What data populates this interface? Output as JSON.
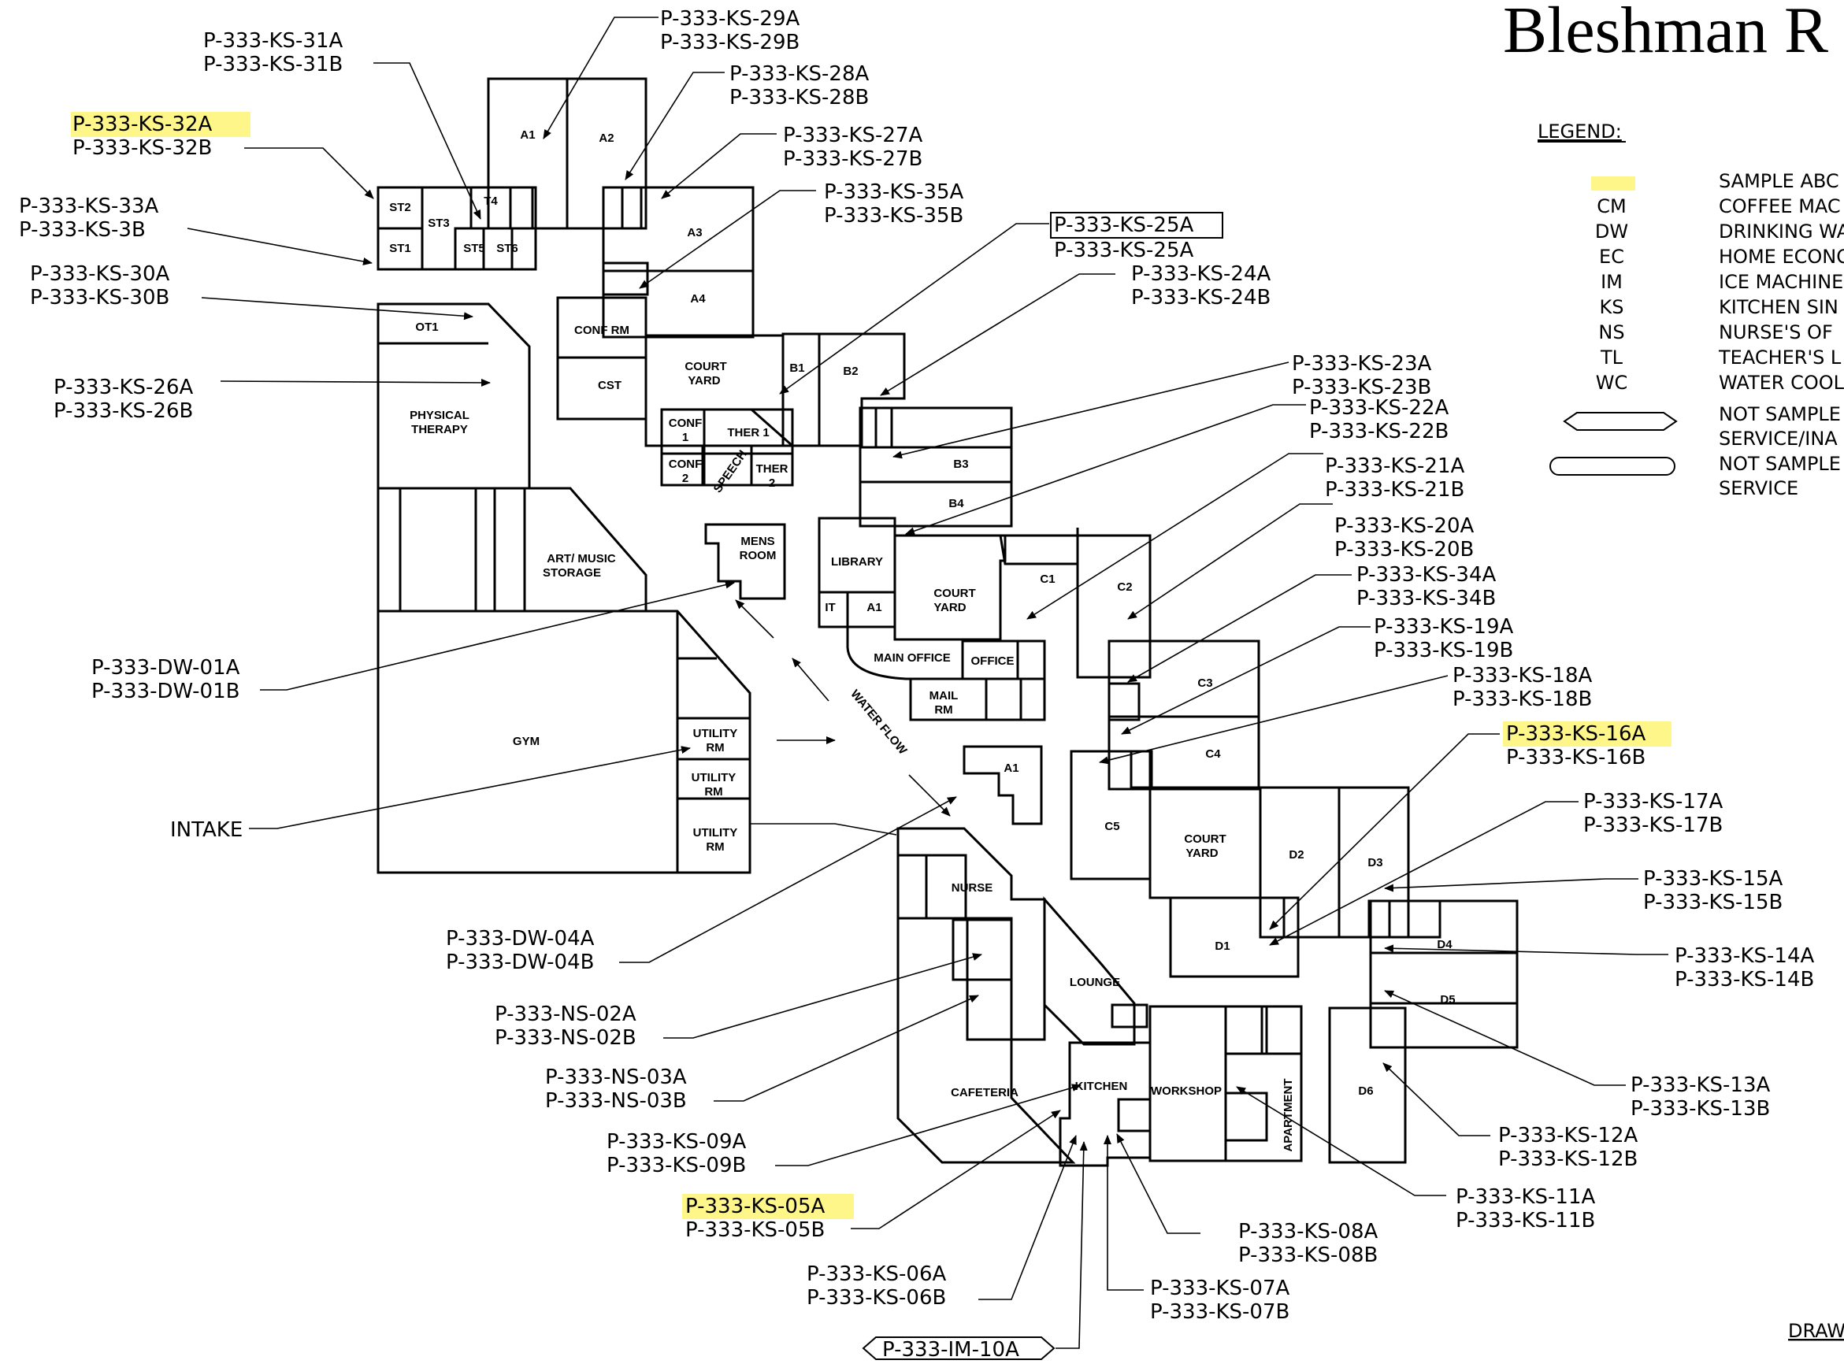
{
  "title": "Bleshman R",
  "legend": {
    "heading": "LEGEND:",
    "entries": [
      {
        "code": "",
        "text": "SAMPLE ABC",
        "swatch": "#fff68a"
      },
      {
        "code": "CM",
        "text": "COFFEE MAC"
      },
      {
        "code": "DW",
        "text": "DRINKING WA"
      },
      {
        "code": "EC",
        "text": "HOME ECONO"
      },
      {
        "code": "IM",
        "text": "ICE MACHINE"
      },
      {
        "code": "KS",
        "text": "KITCHEN SIN"
      },
      {
        "code": "NS",
        "text": "NURSE'S OF"
      },
      {
        "code": "TL",
        "text": "TEACHER'S L"
      },
      {
        "code": "WC",
        "text": "WATER COOL"
      }
    ],
    "symbol_entries": [
      {
        "line1": "NOT SAMPLE",
        "line2": "SERVICE/INA"
      },
      {
        "line1": "NOT SAMPLE",
        "line2": "SERVICE"
      }
    ]
  },
  "footer_text": "DRAW",
  "highlight_color": "#fff68a",
  "rooms": {
    "a1": "A1",
    "a2": "A2",
    "a3": "A3",
    "a4": "A4",
    "t4": "T4",
    "st2": "ST2",
    "st3": "ST3",
    "st1": "ST1",
    "st5": "ST5",
    "st6": "ST6",
    "ot1": "OT1",
    "physical_therapy_1": "PHYSICAL",
    "physical_therapy_2": "THERAPY",
    "conf_rm": "CONF RM",
    "cst": "CST",
    "court_yard_1a": "COURT",
    "court_yard_1b": "YARD",
    "b1": "B1",
    "b2": "B2",
    "b3": "B3",
    "b4": "B4",
    "conf1_a": "CONF",
    "conf1_b": "1",
    "conf2_a": "CONF",
    "conf2_b": "2",
    "ther1": "THER 1",
    "speech": "SPEECH",
    "ther2_a": "THER",
    "ther2_b": "2",
    "art_music_1": "ART/ MUSIC",
    "art_music_2": "STORAGE",
    "mens_room_1": "MENS",
    "mens_room_2": "ROOM",
    "library": "LIBRARY",
    "it": "IT",
    "a1_lib": "A1",
    "court_yard_2a": "COURT",
    "court_yard_2b": "YARD",
    "c1": "C1",
    "c2": "C2",
    "c3": "C3",
    "c4": "C4",
    "c5": "C5",
    "main_office": "MAIN OFFICE",
    "office": "OFFICE",
    "mail_rm_1": "MAIL",
    "mail_rm_2": "RM",
    "gym": "GYM",
    "utility1_a": "UTILITY",
    "utility1_b": "RM",
    "utility2_a": "UTILITY",
    "utility2_b": "RM",
    "utility3_a": "UTILITY",
    "utility3_b": "RM",
    "water_flow": "WATER FLOW",
    "a1_mid": "A1",
    "court_yard_3a": "COURT",
    "court_yard_3b": "YARD",
    "d1": "D1",
    "d2": "D2",
    "d3": "D3",
    "d4": "D4",
    "d5": "D5",
    "d6": "D6",
    "nurse": "NURSE",
    "lounge": "LOUNGE",
    "cafeteria": "CAFETERIA",
    "kitchen": "KITCHEN",
    "workshop": "WORKSHOP",
    "apartment": "APARTMENT"
  },
  "labels": {
    "ks31": [
      "P-333-KS-31A",
      "P-333-KS-31B"
    ],
    "ks29": [
      "P-333-KS-29A",
      "P-333-KS-29B"
    ],
    "ks28": [
      "P-333-KS-28A",
      "P-333-KS-28B"
    ],
    "ks32": [
      "P-333-KS-32A",
      "P-333-KS-32B"
    ],
    "ks27": [
      "P-333-KS-27A",
      "P-333-KS-27B"
    ],
    "ks35": [
      "P-333-KS-35A",
      "P-333-KS-35B"
    ],
    "ks33": [
      "P-333-KS-33A",
      "P-333-KS-3B"
    ],
    "ks25": [
      "P-333-KS-25A",
      "P-333-KS-25A"
    ],
    "ks24": [
      "P-333-KS-24A",
      "P-333-KS-24B"
    ],
    "ks30": [
      "P-333-KS-30A",
      "P-333-KS-30B"
    ],
    "ks26": [
      "P-333-KS-26A",
      "P-333-KS-26B"
    ],
    "ks23": [
      "P-333-KS-23A",
      "P-333-KS-23B"
    ],
    "ks22": [
      "P-333-KS-22A",
      "P-333-KS-22B"
    ],
    "ks21": [
      "P-333-KS-21A",
      "P-333-KS-21B"
    ],
    "ks20": [
      "P-333-KS-20A",
      "P-333-KS-20B"
    ],
    "ks34": [
      "P-333-KS-34A",
      "P-333-KS-34B"
    ],
    "ks19": [
      "P-333-KS-19A",
      "P-333-KS-19B"
    ],
    "dw01": [
      "P-333-DW-01A",
      "P-333-DW-01B"
    ],
    "ks18": [
      "P-333-KS-18A",
      "P-333-KS-18B"
    ],
    "ks16": [
      "P-333-KS-16A",
      "P-333-KS-16B"
    ],
    "intake": "INTAKE",
    "ks17": [
      "P-333-KS-17A",
      "P-333-KS-17B"
    ],
    "ks15": [
      "P-333-KS-15A",
      "P-333-KS-15B"
    ],
    "dw04": [
      "P-333-DW-04A",
      "P-333-DW-04B"
    ],
    "ks14": [
      "P-333-KS-14A",
      "P-333-KS-14B"
    ],
    "ns02": [
      "P-333-NS-02A",
      "P-333-NS-02B"
    ],
    "ns03": [
      "P-333-NS-03A",
      "P-333-NS-03B"
    ],
    "ks13": [
      "P-333-KS-13A",
      "P-333-KS-13B"
    ],
    "ks09": [
      "P-333-KS-09A",
      "P-333-KS-09B"
    ],
    "ks12": [
      "P-333-KS-12A",
      "P-333-KS-12B"
    ],
    "ks05": [
      "P-333-KS-05A",
      "P-333-KS-05B"
    ],
    "ks11": [
      "P-333-KS-11A",
      "P-333-KS-11B"
    ],
    "ks08": [
      "P-333-KS-08A",
      "P-333-KS-08B"
    ],
    "ks06": [
      "P-333-KS-06A",
      "P-333-KS-06B"
    ],
    "ks07": [
      "P-333-KS-07A",
      "P-333-KS-07B"
    ],
    "im10": "P-333-IM-10A"
  }
}
